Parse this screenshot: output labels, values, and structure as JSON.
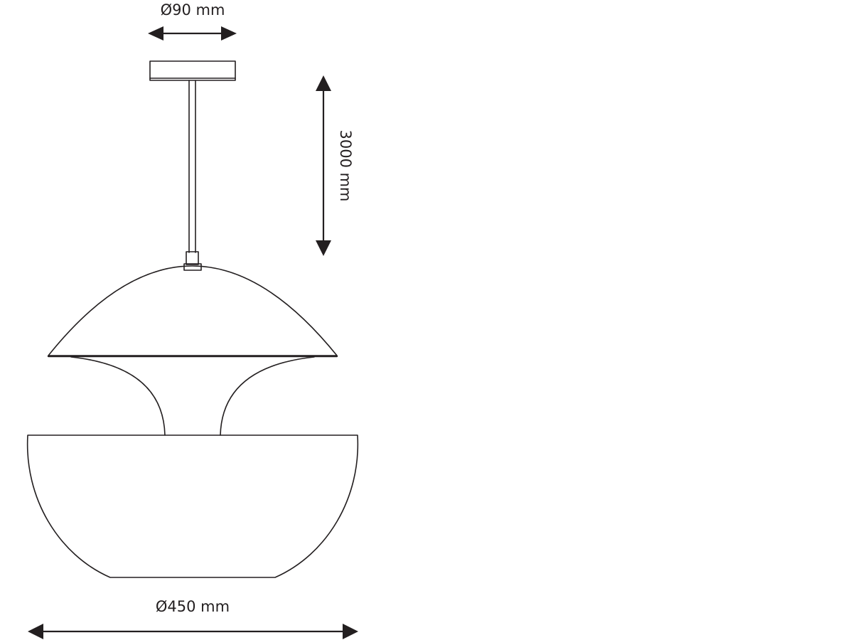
{
  "dimensions": {
    "canopy_diameter": "Ø90 mm",
    "cable_length": "3000 mm",
    "shade_diameter": "Ø450 mm"
  },
  "colors": {
    "line": "#231f20",
    "background": "#ffffff"
  }
}
